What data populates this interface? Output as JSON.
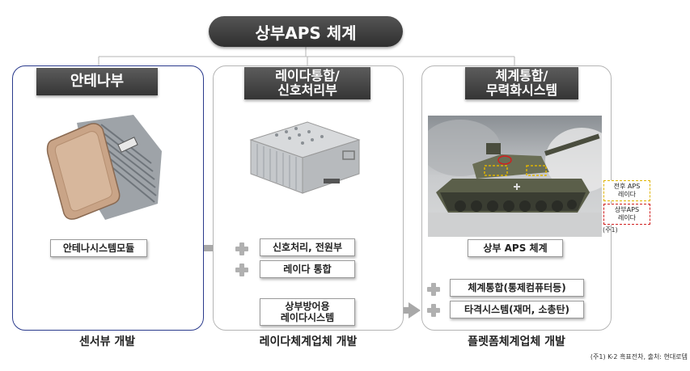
{
  "title": "상부APS 체계",
  "sections": {
    "antenna": {
      "header": "안테나부",
      "module": "안테나시스템모듈",
      "footer": "센서뷰 개발"
    },
    "radar": {
      "header": "레이다통합/\n신호처리부",
      "items": [
        "신호처리, 전원부",
        "레이다 통합",
        "상부방어용\n레이다시스템"
      ],
      "footer": "레이다체계업체 개발"
    },
    "system": {
      "header": "체계통합/\n무력화시스템",
      "top_box": "상부 APS 체계",
      "items": [
        "체계통합(통제컴퓨터등)",
        "타격시스템(재머, 소총탄)"
      ],
      "footer": "플렛폼체계업체 개발",
      "tags": {
        "front": "전후 APS\n레이다",
        "upper": "상부APS\n레이다",
        "note_ref": "(주1)"
      }
    }
  },
  "footnote": "(주1) K-2 흑표전차, 출처: 현대로템",
  "colors": {
    "header_bg": "#3f3f3f",
    "left_border": "#2a3a8c",
    "arrow": "#a8a8a8",
    "tag_yellow": "#e0b400",
    "tag_red": "#d02020"
  }
}
